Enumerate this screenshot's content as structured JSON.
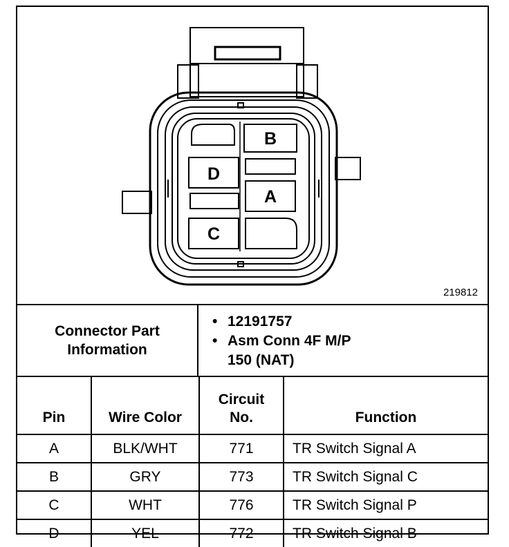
{
  "figure_id": "219812",
  "connector": {
    "pins": [
      {
        "id": "B",
        "label": "B"
      },
      {
        "id": "D",
        "label": "D"
      },
      {
        "id": "A",
        "label": "A"
      },
      {
        "id": "C",
        "label": "C"
      }
    ]
  },
  "info": {
    "left_title_line1": "Connector Part",
    "left_title_line2": "Information",
    "items": [
      "12191757",
      "Asm Conn 4F M/P"
    ],
    "item2_line2": "150 (NAT)"
  },
  "table": {
    "headers": {
      "pin": "Pin",
      "wire_color": "Wire Color",
      "circuit_line1": "Circuit",
      "circuit_line2": "No.",
      "function": "Function"
    },
    "rows": [
      {
        "pin": "A",
        "wire": "BLK/WHT",
        "circuit": "771",
        "function": "TR Switch Signal A"
      },
      {
        "pin": "B",
        "wire": "GRY",
        "circuit": "773",
        "function": "TR Switch Signal C"
      },
      {
        "pin": "C",
        "wire": "WHT",
        "circuit": "776",
        "function": "TR Switch Signal P"
      },
      {
        "pin": "D",
        "wire": "YEL",
        "circuit": "772",
        "function": "TR Switch Signal B"
      }
    ]
  }
}
